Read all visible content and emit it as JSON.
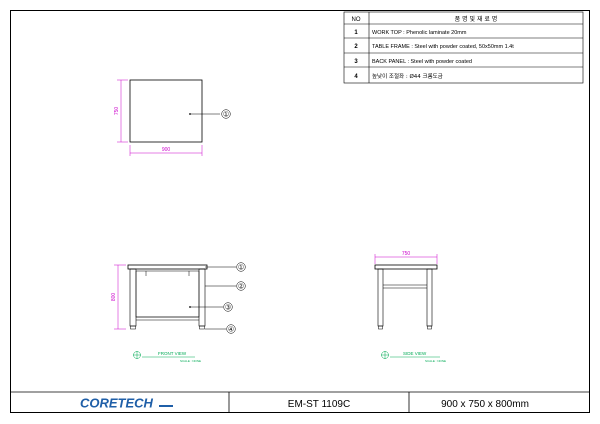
{
  "parts_table": {
    "header_no": "NO",
    "header_desc": "품   명    및    재 료 명",
    "rows": [
      {
        "no": "1",
        "desc": "WORK TOP : Phenolic laminate 20mm"
      },
      {
        "no": "2",
        "desc": "TABLE FRAME : Steel with powder coated, 50x50mm 1.4t"
      },
      {
        "no": "3",
        "desc": "BACK PANEL : Steel with powder coated"
      },
      {
        "no": "4",
        "desc": "높낮이 조절좌 : Ø44 크롬도금"
      }
    ]
  },
  "plan_view": {
    "width_dim": "900",
    "depth_dim": "750",
    "callout": "①"
  },
  "front_view": {
    "height_dim": "800",
    "callouts": [
      "①",
      "②",
      "③",
      "④"
    ],
    "label": "FRONT VIEW",
    "scale": "SCALE : NONE"
  },
  "side_view": {
    "depth_dim": "750",
    "label": "SIDE VIEW",
    "scale": "SCALE : NONE"
  },
  "title_block": {
    "brand": "CORETECH",
    "model": "EM-ST 1109C",
    "size": "900 x 750 x 800mm"
  },
  "colors": {
    "line": "#000000",
    "dimension": "#cc00cc",
    "label": "#00aa55",
    "brand": "#1f5fa8"
  }
}
